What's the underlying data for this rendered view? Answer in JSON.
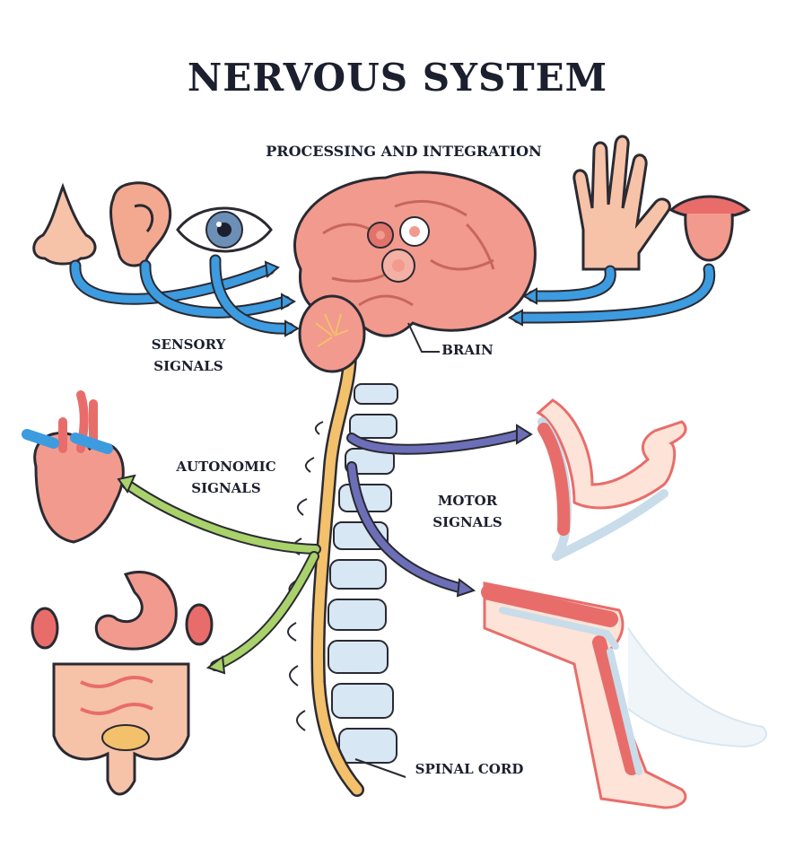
{
  "diagram": {
    "title": "NERVOUS SYSTEM",
    "labels": {
      "processing": "PROCESSING AND INTEGRATION",
      "sensory": "SENSORY\nSIGNALS",
      "brain": "BRAIN",
      "autonomic": "AUTONOMIC\nSIGNALS",
      "motor": "MOTOR\nSIGNALS",
      "spinal_cord": "SPINAL CORD"
    },
    "colors": {
      "sensory_arrow": "#3d9be0",
      "autonomic_arrow": "#a9d26a",
      "motor_arrow": "#6c6fb8",
      "brain": "#f19a8d",
      "spinal_cord": "#f3c06b",
      "vertebrae": "#d7e7f3",
      "muscle": "#e86d6a",
      "outline": "#2a2a33"
    }
  }
}
